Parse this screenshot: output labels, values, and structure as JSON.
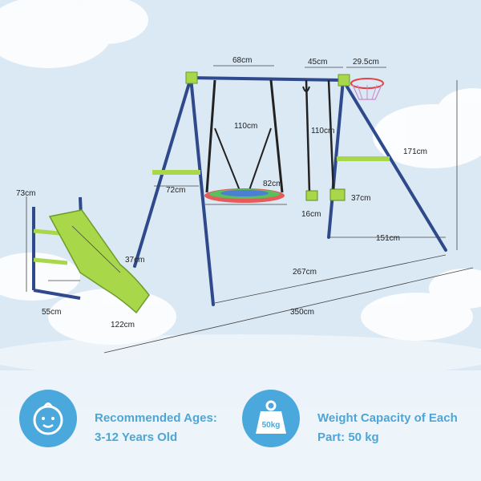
{
  "dimensions": {
    "swing_span": "68cm",
    "trapeze_span": "45cm",
    "hoop_width": "29.5cm",
    "saucer_rope": "110cm",
    "trapeze_rope": "110cm",
    "frame_height": "171cm",
    "slide_height": "73cm",
    "ladder_width": "72cm",
    "saucer_diameter": "82cm",
    "seat_width": "37cm",
    "handle_width": "16cm",
    "side_depth": "151cm",
    "slide_width": "37cm",
    "frame_width": "267cm",
    "slide_base": "55cm",
    "slide_length": "122cm",
    "total_width": "350cm"
  },
  "info": {
    "ages_title": "Recommended Ages:",
    "ages_value": "3-12 Years Old",
    "weight_icon_label": "50kg",
    "weight_title": "Weight Capacity of Each",
    "weight_value": "Part: 50 kg"
  },
  "colors": {
    "frame": "#2f4a8c",
    "accent": "#a8d84a",
    "info_text": "#4da6d6",
    "badge": "#4aa8dc",
    "background": "#dbe9f4"
  },
  "icons": {
    "ages": "baby-face-icon",
    "weight": "weight-icon"
  }
}
